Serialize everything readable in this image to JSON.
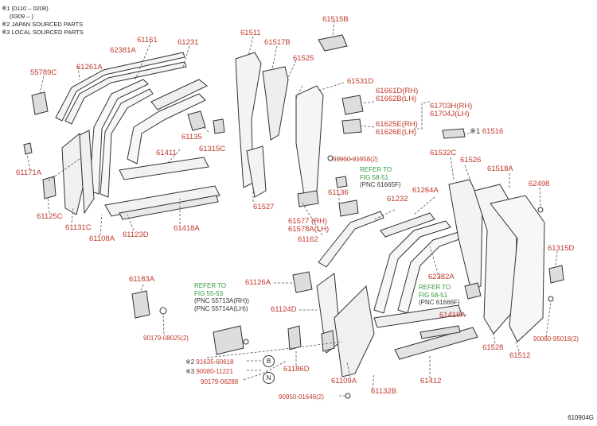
{
  "notes": [
    "※1 (0110 – 0208)",
    "(0309 –      )",
    "※2 JAPAN SOURCED PARTS",
    "※3 LOCAL SOURCED PARTS"
  ],
  "parts": {
    "p55789C": "55789C",
    "p62381A": "62381A",
    "p61261A": "61261A",
    "p61161": "61161",
    "p61231": "61231",
    "p61511": "61511",
    "p61517B": "61517B",
    "p61515B": "61515B",
    "p61525": "61525",
    "p61531D": "61531D",
    "p61661D": "61661D(RH)",
    "p61662B": "61662B(LH)",
    "p61703H": "61703H(RH)",
    "p61704J": "61704J(LH)",
    "p61625E": "61625E(RH)",
    "p61626E": "61626E(LH)",
    "p61516": "61516",
    "p61135": "61135",
    "p61315C": "61315C",
    "p61171A": "61171A",
    "p61411": "61411",
    "p61125C": "61125C",
    "p61131C": "61131C",
    "p61108A": "61108A",
    "p61123D": "61123D",
    "p61418A": "61418A",
    "p61527": "61527",
    "p61136": "61136",
    "p61577": "61577 (RH)",
    "p61578A": "61578A(LH)",
    "p61162": "61162",
    "p61232": "61232",
    "p61264A": "61264A",
    "p61532C": "61532C",
    "p61526": "61526",
    "p61518A": "61518A",
    "p62498": "62498",
    "p61315D": "61315D",
    "p62382A": "62382A",
    "p61183A": "61183A",
    "p61126A": "61126A",
    "p61124D": "61124D",
    "p61419A": "61419A",
    "p61528": "61528",
    "p61512": "61512",
    "p61186D": "61186D",
    "p61109A": "61109A",
    "p61132B": "61132B",
    "p61412": "61412"
  },
  "hardware": {
    "h9095001958": "90950-01958(2)",
    "h9017908025": "90179-08025(2)",
    "h9008095018": "90080-95018(2)",
    "h9095001646": "90950-01646(2)",
    "h9163560618": "91635-60618",
    "h9008011221": "90080-11221",
    "h9017906288": "90179-06288"
  },
  "markers": {
    "m2": "※2",
    "m3": "※3",
    "m1": "※1",
    "circleB": "B",
    "circleN": "N"
  },
  "refs": {
    "r1": {
      "line1": "REFER TO",
      "line2": "FIG 58-51",
      "pnc": "(PNC 61665F)"
    },
    "r2": {
      "line1": "REFER TO",
      "line2": "FIG 55-53",
      "pnc1": "(PNC 55713A(RH))",
      "pnc2": "(PNC 55714A(LH))"
    },
    "r3": {
      "line1": "REFER TO",
      "line2": "FIG 58-51",
      "pnc": "(PNC 61666F)"
    }
  },
  "figure_id": "610904G",
  "colors": {
    "part_label": "#c0392b",
    "refer_text": "#2e9a3c",
    "line": "#333333"
  }
}
